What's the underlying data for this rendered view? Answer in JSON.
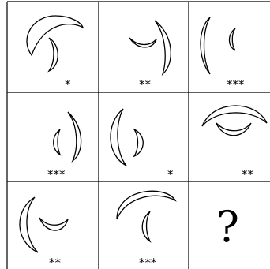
{
  "puzzle": {
    "cells": [
      {
        "large_crescent": "opens-down",
        "small_crescent": "opens-left",
        "stars": "*"
      },
      {
        "large_crescent": "opens-left",
        "small_crescent": "opens-up",
        "stars": "**"
      },
      {
        "large_crescent": "opens-right",
        "small_crescent": "opens-right",
        "stars": "***"
      },
      {
        "large_crescent": "opens-left",
        "small_crescent": "opens-right",
        "stars": "***"
      },
      {
        "large_crescent": "opens-right",
        "small_crescent": "opens-left",
        "stars": "*"
      },
      {
        "large_crescent": "opens-down",
        "small_crescent": "opens-up",
        "stars": "**"
      },
      {
        "large_crescent": "opens-right",
        "small_crescent": "opens-up",
        "stars": "**"
      },
      {
        "large_crescent": "opens-down",
        "small_crescent": "opens-right",
        "stars": "***"
      },
      {
        "missing": true,
        "label": "?"
      }
    ]
  }
}
